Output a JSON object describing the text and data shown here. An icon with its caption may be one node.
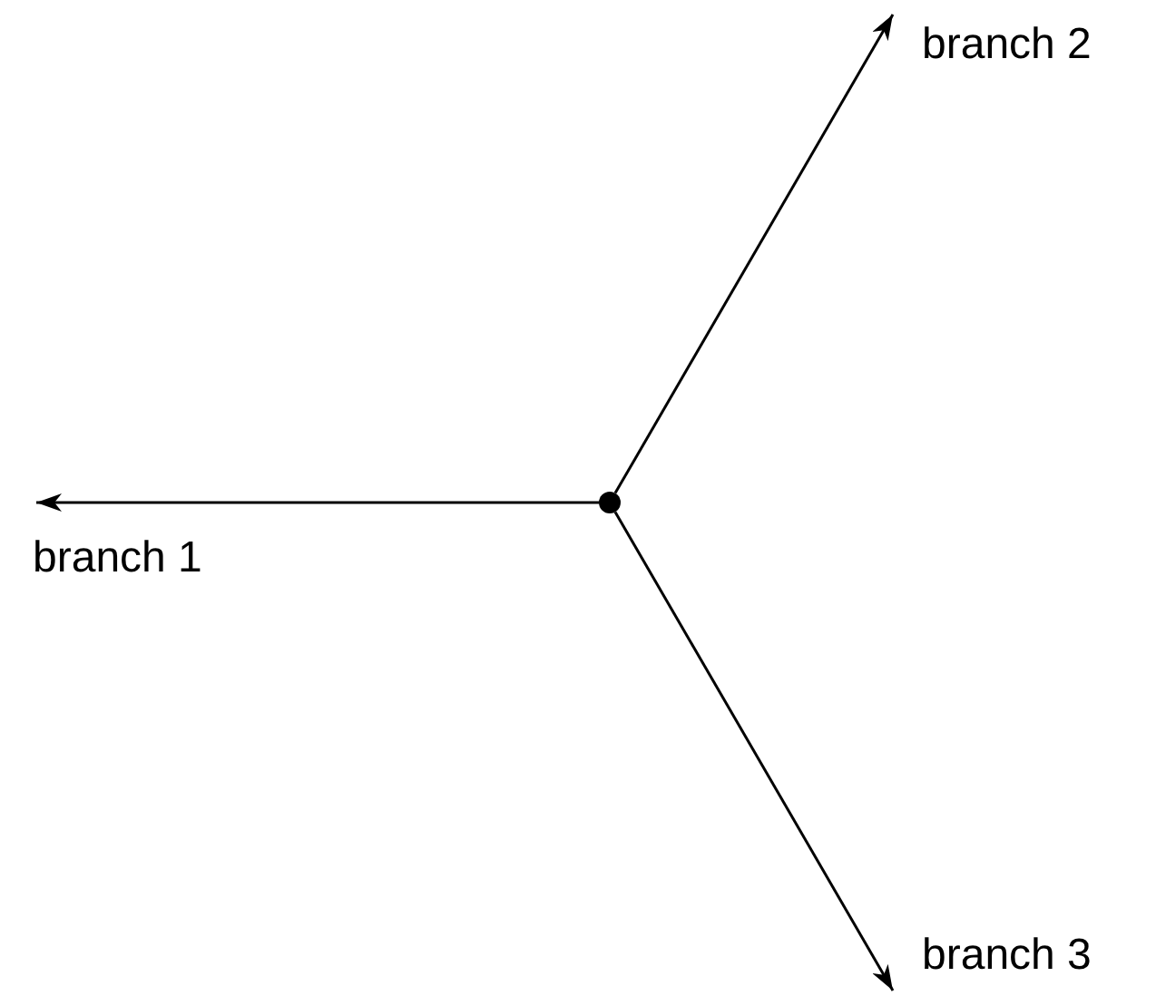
{
  "diagram": {
    "nodes": [
      {
        "text": [],
        "shape": "circle"
      },
      {
        "text": [
          "branch 1"
        ]
      },
      {
        "text": [
          "branch 2"
        ]
      },
      {
        "text": [
          "branch 3"
        ]
      }
    ],
    "edges": [
      {
        "from": 0,
        "to": 1,
        "arrow": "to"
      },
      {
        "from": 0,
        "to": 2,
        "arrow": "to"
      },
      {
        "from": 0,
        "to": 3,
        "arrow": "to"
      }
    ]
  }
}
